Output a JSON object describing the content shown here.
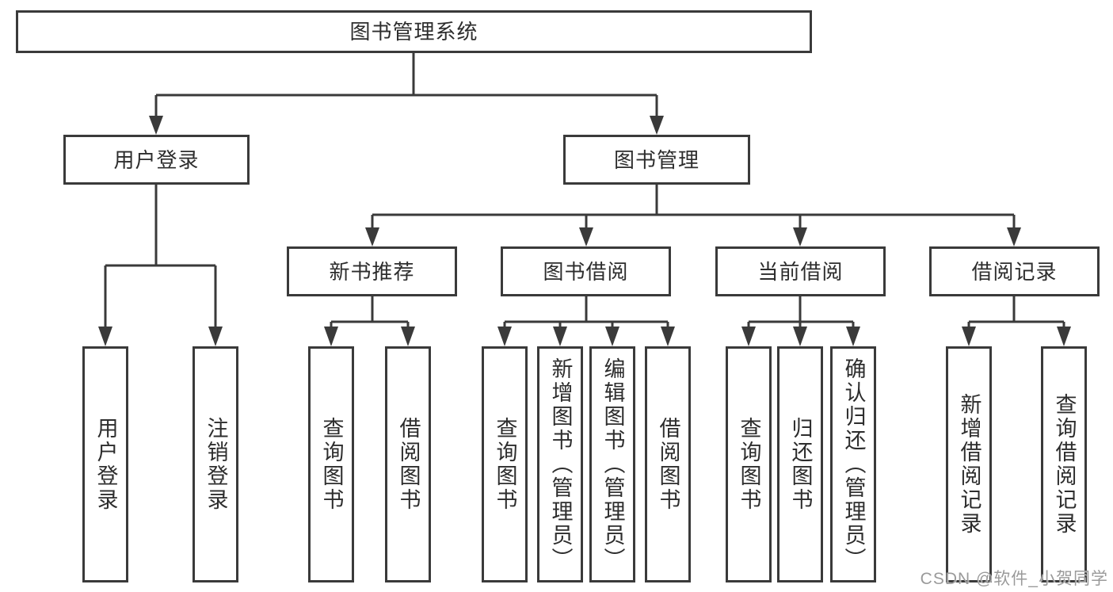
{
  "root": {
    "label": "图书管理系统"
  },
  "branches": [
    {
      "label": "用户登录",
      "leaves": [
        {
          "label": "用户登录"
        },
        {
          "label": "注销登录"
        }
      ]
    },
    {
      "label": "图书管理",
      "children": [
        {
          "label": "新书推荐",
          "leaves": [
            {
              "label": "查询图书"
            },
            {
              "label": "借阅图书"
            }
          ]
        },
        {
          "label": "图书借阅",
          "leaves": [
            {
              "label": "查询图书"
            },
            {
              "label": "新增图书（管理员）"
            },
            {
              "label": "编辑图书（管理员）"
            },
            {
              "label": "借阅图书"
            }
          ]
        },
        {
          "label": "当前借阅",
          "leaves": [
            {
              "label": "查询图书"
            },
            {
              "label": "归还图书"
            },
            {
              "label": "确认归还（管理员）"
            }
          ]
        },
        {
          "label": "借阅记录",
          "leaves": [
            {
              "label": "新增借阅记录"
            },
            {
              "label": "查询借阅记录"
            }
          ]
        }
      ]
    }
  ],
  "watermark": {
    "text": "CSDN @软件_小贺同学"
  },
  "colors": {
    "line": "#3a3a3a",
    "box_border": "#3a3a3a",
    "text": "#2d2d2d",
    "background": "#ffffff",
    "watermark": "#9a9a9a"
  }
}
